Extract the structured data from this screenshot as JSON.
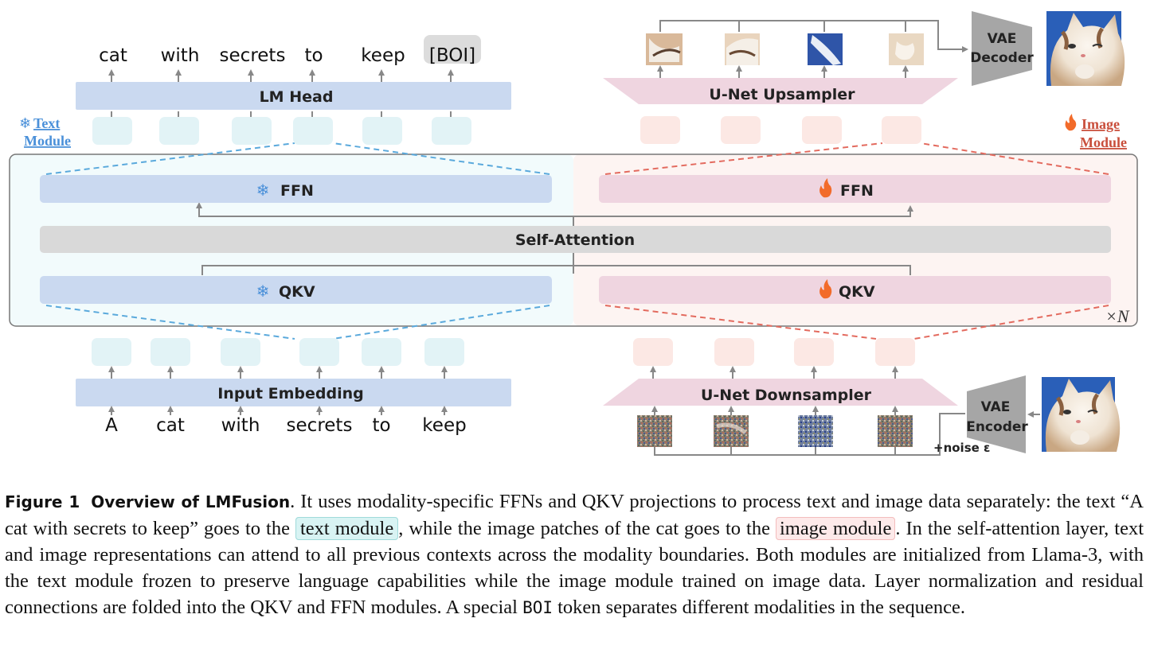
{
  "top_tokens": [
    "cat",
    "with",
    "secrets",
    "to",
    "keep",
    "[BOI]"
  ],
  "bottom_tokens": [
    "A",
    "cat",
    "with",
    "secrets",
    "to",
    "keep"
  ],
  "blocks": {
    "lm_head": "LM Head",
    "input_embedding": "Input Embedding",
    "unet_up": "U-Net Upsampler",
    "unet_down": "U-Net Downsampler",
    "self_attention": "Self-Attention",
    "ffn": "FFN",
    "qkv": "QKV",
    "vae_decoder": [
      "VAE",
      "Decoder"
    ],
    "vae_encoder": [
      "VAE",
      "Encoder"
    ],
    "noise": "+noise ε",
    "repeat": "×N"
  },
  "modules": {
    "text": [
      "Text",
      "Module"
    ],
    "image": [
      "Image",
      "Module"
    ]
  },
  "caption": {
    "label": "Figure 1",
    "title": "Overview of LMFusion",
    "part1": ". It uses modality-specific FFNs and QKV projections to process text and image data separately: the text “A cat with secrets to keep” goes to the ",
    "highlight_text": "text module",
    "part2": ", while the image patches of the cat goes to the ",
    "highlight_image": "image module",
    "part3": ". In the self-attention layer, text and image representations can attend to all previous contexts across the modality boundaries. Both modules are initialized from Llama-3, with the text module frozen to preserve language capabilities while the image module trained on image data. Layer normalization and residual connections are folded into the QKV and FFN modules. A special ",
    "token": "BOI",
    "part4": " token separates different modalities in the sequence."
  },
  "colors": {
    "text_block": "#cad9f0",
    "text_token": "#e2f3f6",
    "image_block": "#efd5e0",
    "image_token": "#fce8e4",
    "text_accent": "#4a90d9",
    "image_accent": "#e06a55",
    "shared": "#d9d9d9"
  }
}
